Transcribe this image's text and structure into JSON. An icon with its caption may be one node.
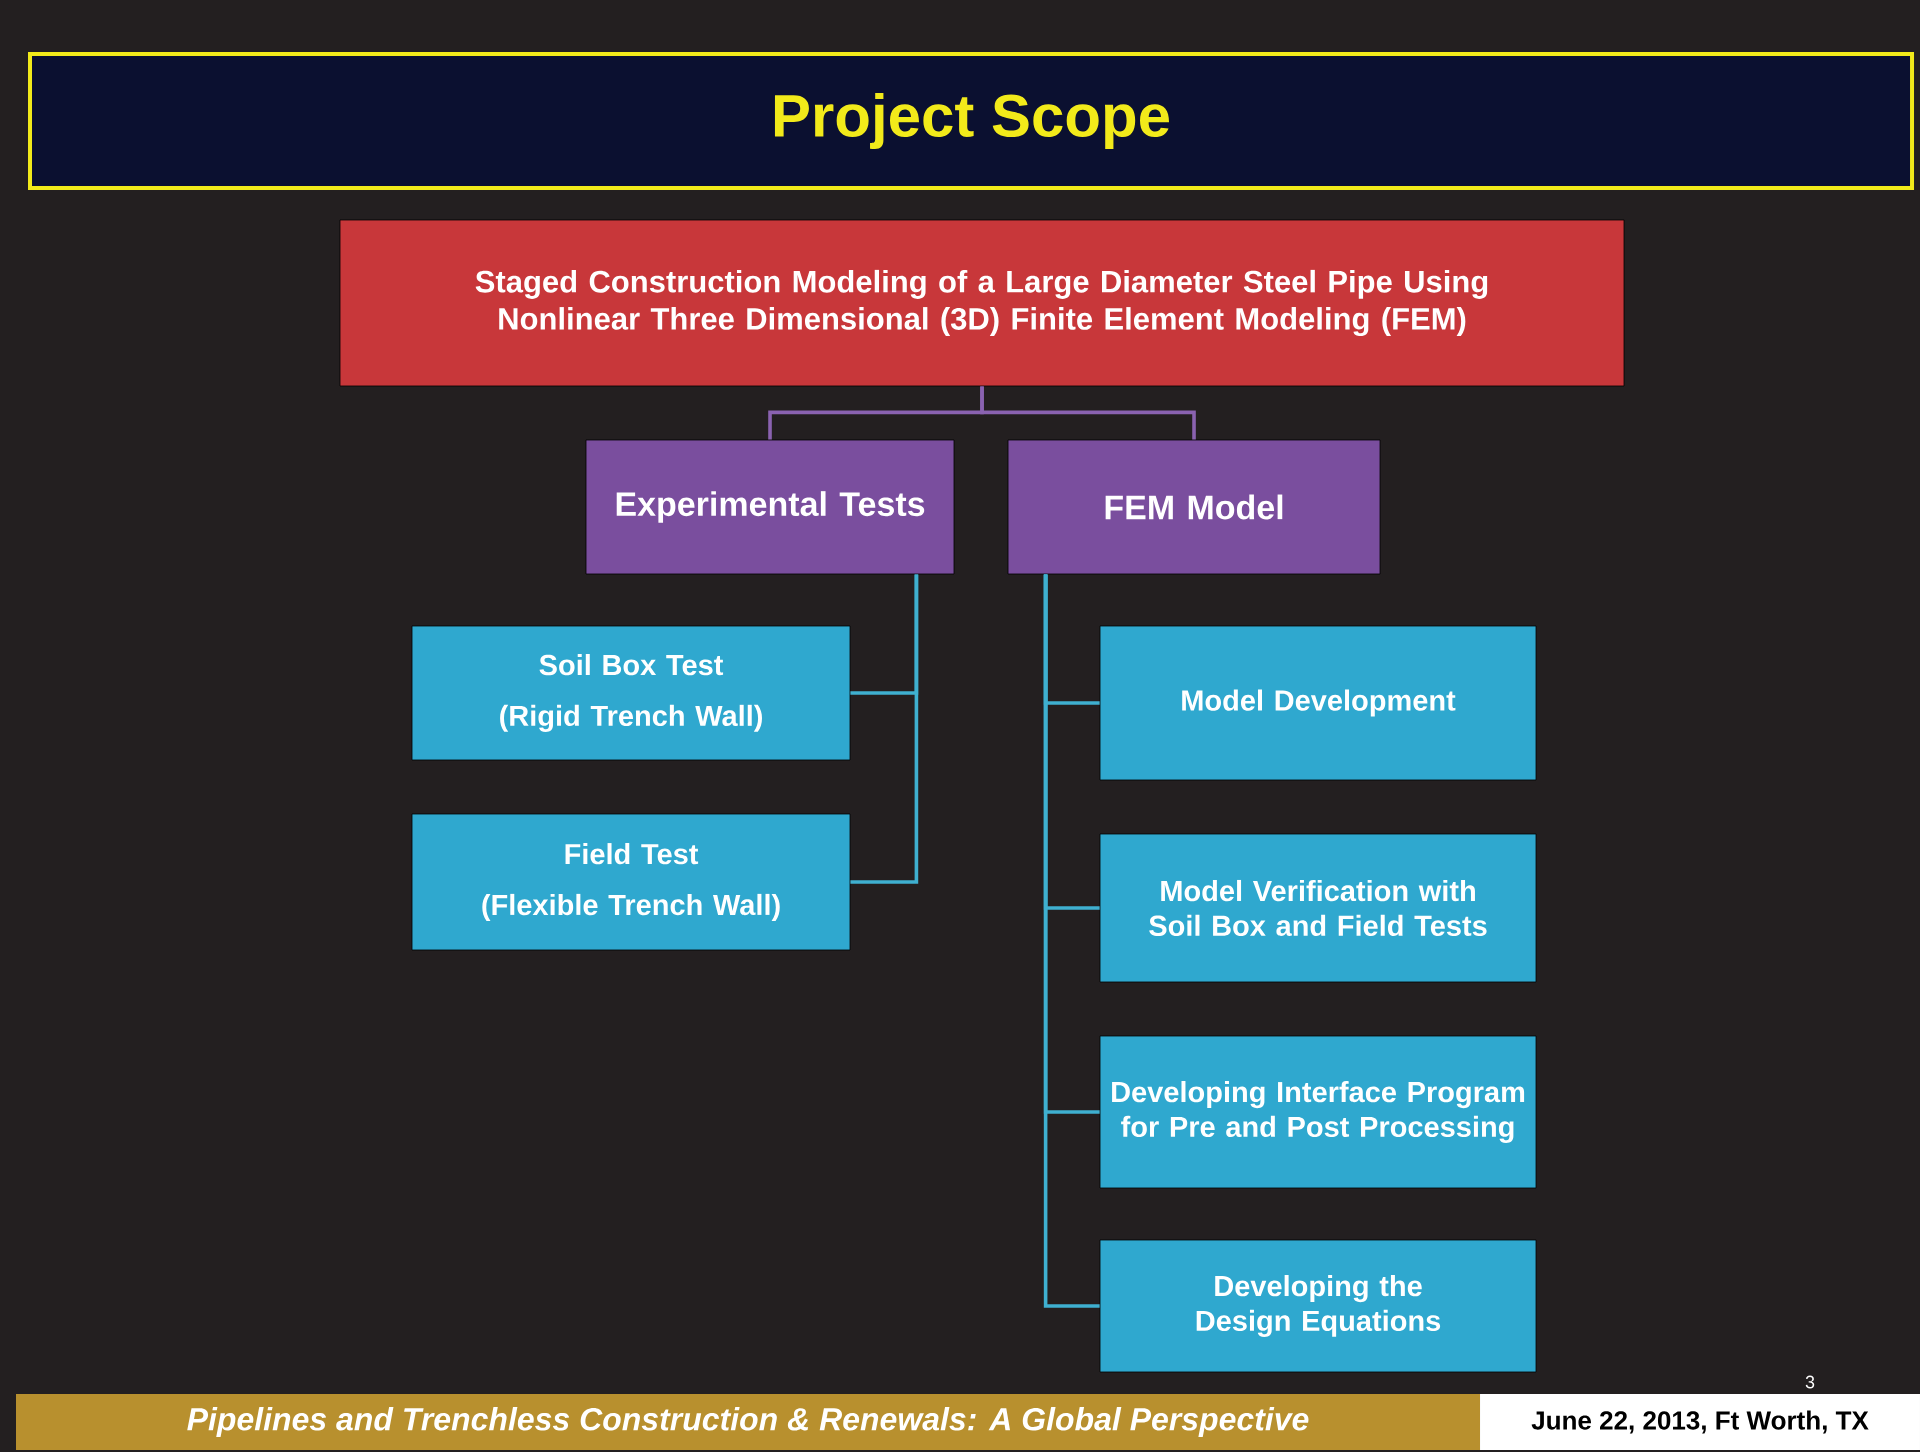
{
  "diagram": {
    "title": "Project Scope",
    "nodes": [
      {
        "text": [
          "Staged Construction Modeling of a Large Diameter Steel Pipe Using Nonlinear Three Dimensional (3D) Finite Element Modeling (FEM)"
        ]
      },
      {
        "text": [
          "Experimental Tests"
        ]
      },
      {
        "text": [
          "FEM Model"
        ]
      },
      {
        "text": [
          "Soil Box Test",
          "(Rigid Trench Wall)"
        ]
      },
      {
        "text": [
          "Field Test",
          "(Flexible Trench Wall)"
        ]
      },
      {
        "text": [
          "Model Development"
        ]
      },
      {
        "text": [
          "Model Verification with Soil Box and Field Tests"
        ]
      },
      {
        "text": [
          "Developing Interface Program for Pre and Post Processing"
        ]
      },
      {
        "text": [
          "Developing the Design Equations"
        ]
      }
    ],
    "edges": [
      {
        "from": 0,
        "to": 1,
        "arrow": "none",
        "color": "#8a62b0"
      },
      {
        "from": 0,
        "to": 2,
        "arrow": "none",
        "color": "#8a62b0"
      },
      {
        "from": 1,
        "to": 3,
        "arrow": "none"
      },
      {
        "from": 1,
        "to": 4,
        "arrow": "none"
      },
      {
        "from": 2,
        "to": 5,
        "arrow": "none"
      },
      {
        "from": 2,
        "to": 6,
        "arrow": "none"
      },
      {
        "from": 2,
        "to": 7,
        "arrow": "none"
      },
      {
        "from": 2,
        "to": 8,
        "arrow": "none"
      }
    ],
    "labels": [
      "3",
      "Pipelines and Trenchless Construction & Renewals: A Global Perspective",
      "June 22, 2013, Ft Worth, TX"
    ]
  }
}
